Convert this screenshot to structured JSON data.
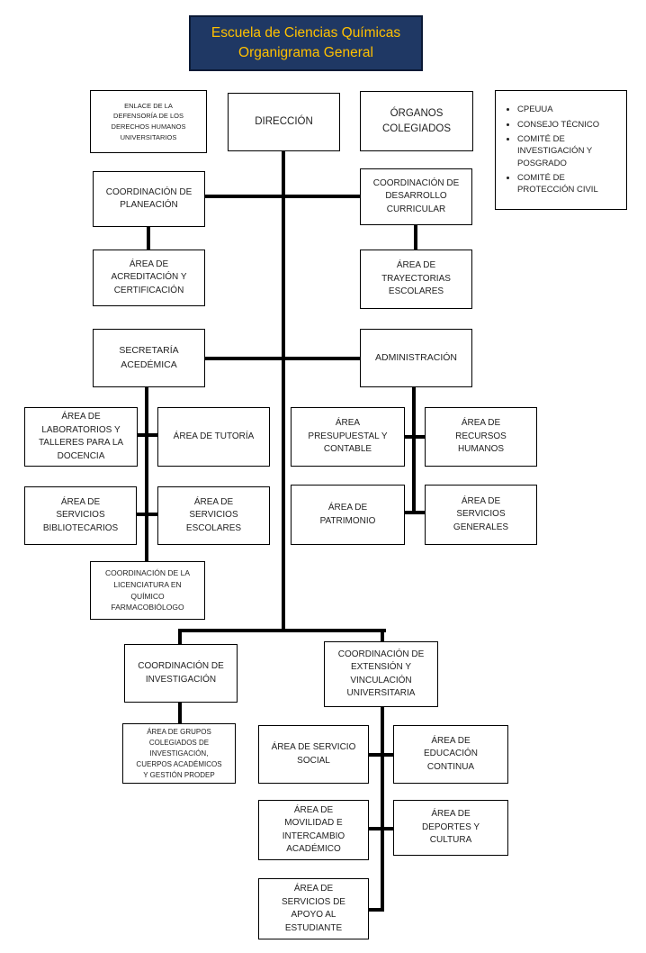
{
  "title": {
    "line1": "Escuela de Ciencias Químicas",
    "line2": "Organigrama General"
  },
  "colors": {
    "title_bg": "#1F3864",
    "title_text": "#FFC000",
    "box_bg": "#FFFFFF",
    "box_border": "#000000",
    "connector": "#000000",
    "box_text": "#1F1F1F"
  },
  "nodes": {
    "enlace": "ENLACE DE LA\nDEFENSORÍA DE LOS\nDERECHOS HUMANOS\nUNIVERSITARIOS",
    "direccion": "DIRECCIÓN",
    "organos": "ÓRGANOS\nCOLEGIADOS",
    "planeacion": "COORDINACIÓN DE\nPLANEACIÓN",
    "desarrollo_curricular": "COORDINACIÓN DE\nDESARROLLO\nCURRICULAR",
    "acreditacion": "ÁREA DE\nACREDITACIÓN Y\nCERTIFICACIÓN",
    "trayectorias": "ÁREA DE\nTRAYECTORIAS\nESCOLARES",
    "secretaria": "SECRETARÍA\nACEDÉMICA",
    "administracion": "ADMINISTRACIÓN",
    "laboratorios": "ÁREA DE\nLABORATORIOS Y\nTALLERES  PARA LA\nDOCENCIA",
    "tutoria": "ÁREA DE TUTORÍA",
    "presupuestal": "ÁREA\nPRESUPUESTAL  Y\nCONTABLE",
    "recursos_humanos": "ÁREA DE\nRECURSOS\nHUMANOS",
    "bibliotecarios": "ÁREA DE\nSERVICIOS\nBIBLIOTECARIOS",
    "servicios_escolares": "ÁREA DE\nSERVICIOS\nESCOLARES",
    "patrimonio": "ÁREA DE\nPATRIMONIO",
    "servicios_generales": "ÁREA DE\nSERVICIOS\nGENERALES",
    "licenciatura_qfb": "COORDINACIÓN DE LA\nLICENCIATURA EN\nQUÍMICO\nFARMACOBIÓLOGO",
    "investigacion": "COORDINACIÓN DE\nINVESTIGACIÓN",
    "extension": "COORDINACIÓN DE\nEXTENSIÓN Y\nVINCULACIÓN\nUNIVERSITARIA",
    "grupos_colegiados": "ÁREA DE GRUPOS\nCOLEGIADOS DE\nINVESTIGACIÓN,\nCUERPOS ACADÉMICOS\nY GESTIÓN PRODEP",
    "servicio_social": "ÁREA DE SERVICIO\nSOCIAL",
    "educacion_continua": "ÁREA DE\nEDUCACIÓN\nCONTINUA",
    "movilidad": "ÁREA DE\nMOVILIDAD E\nINTERCAMBIO\nACADÉMICO",
    "deportes_cultura": "ÁREA DE\nDEPORTES Y\nCULTURA",
    "apoyo_estudiante": "ÁREA DE\nSERVICIOS DE\nAPOYO AL\nESTUDIANTE"
  },
  "organos_detail": {
    "items": [
      "CPEUUA",
      "CONSEJO TÉCNICO",
      "COMITÉ DE INVESTIGACIÓN Y POSGRADO",
      "COMITÉ DE PROTECCIÓN CIVIL"
    ]
  }
}
